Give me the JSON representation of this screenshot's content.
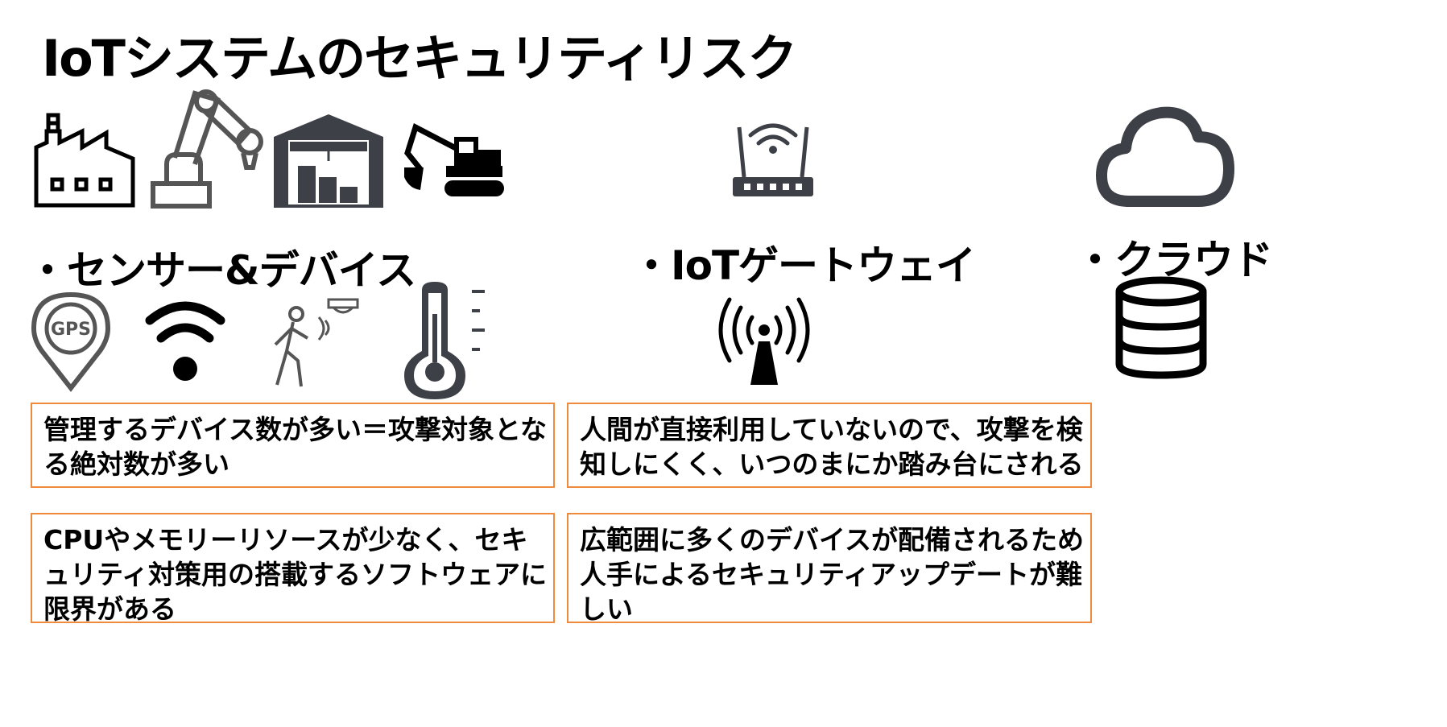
{
  "title": "IoTシステムのセキュリティリスク",
  "sections": {
    "devices": {
      "label": "・センサー&デバイス"
    },
    "gateway": {
      "label": "・IoTゲートウェイ"
    },
    "cloud": {
      "label": "・クラウド"
    }
  },
  "icons": {
    "top": [
      "factory-icon",
      "robot-arm-icon",
      "warehouse-icon",
      "excavator-icon",
      "router-icon",
      "cloud-icon"
    ],
    "bottom": [
      "gps-pin-icon",
      "wifi-signal-icon",
      "motion-sensor-icon",
      "thermometer-icon",
      "antenna-broadcast-icon",
      "database-icon"
    ]
  },
  "notes": {
    "device_1": [
      "管理するデバイス数が多い＝攻撃対象とな",
      "る絶対数が多い"
    ],
    "device_2": [
      "CPUやメモリーリソースが少なく、セキ",
      "ュリティ対策用の搭載するソフトウェアに",
      "限界がある"
    ],
    "gateway_1": [
      "人間が直接利用していないので、攻撃を検",
      "知しにくく、いつのまにか踏み台にされる"
    ],
    "gateway_2": [
      "広範囲に多くのデバイスが配備されるため",
      "人手によるセキュリティアップデートが難",
      "しい"
    ]
  },
  "colors": {
    "box_border": "#f08a3c",
    "icon_dark": "#3d4147",
    "text": "#000000"
  }
}
